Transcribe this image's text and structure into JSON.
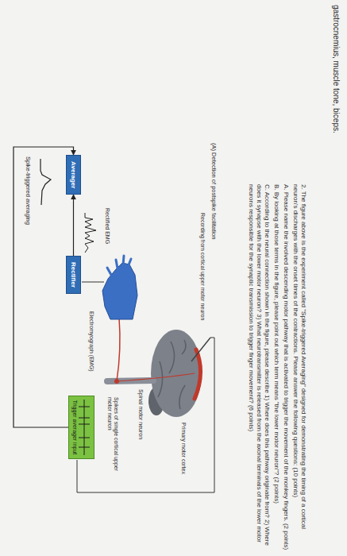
{
  "diagram": {
    "nodes": [
      {
        "text": [
          "Averager"
        ]
      },
      {
        "text": [
          "Rectifier"
        ]
      },
      {
        "text": [
          "Trigger averager input"
        ]
      }
    ],
    "edges": [
      {
        "from": 1,
        "to": 0,
        "arrow": "to"
      },
      {
        "from": 2,
        "to": 0,
        "arrow": "to"
      }
    ],
    "labels": [
      "gastrocnemius, muscle tone, biceps.",
      "(A) Detection of postspike facilitation",
      "Recording from cortical upper motor neuron",
      "Primary motor cortex",
      "Spinal motor neuron",
      "Spikes of single cortical upper motor neuron",
      "Electromyograph (EMG)",
      "Rectified EMG",
      "Spike-triggered averaging",
      "2. The figure above is the experiment called \"Spike-triggered Averaging\" designed for demonstrating the timing of a cortical neuron's discharges with the onset times of the contractions. Please answer the following questions: (10 points)",
      "A. Please name the involved descending motor pathway that is activated to trigger the movement of the monkey fingers. (2 points)",
      "B. By looking at those terms in the figure, please point out which term means \"the lower motor neuron\"? (2 points)",
      "C. According to the neural connection shown in the figure, please describe 1) Where does this pathway originate from? 2) Where does it synapse with the lower motor neuron? 3) What neurotransmitter is released from the axonal terminals of the lower motor neurons responsible for the synaptic transmission to trigger finger movement? (6 points)"
    ]
  }
}
